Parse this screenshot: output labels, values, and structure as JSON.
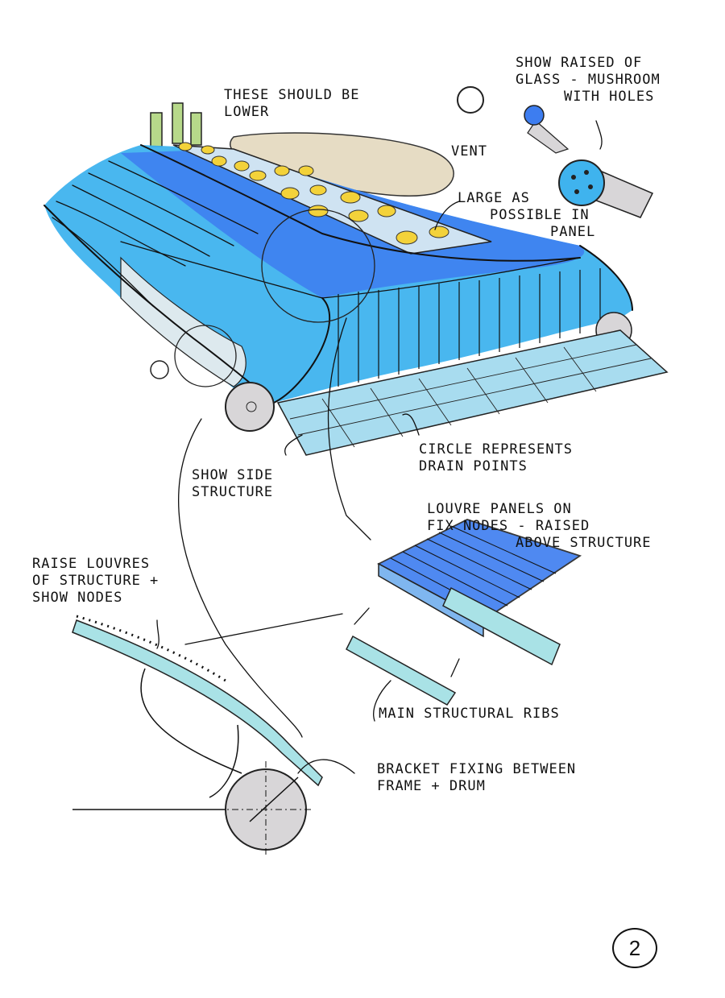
{
  "colors": {
    "roof_blue": "#3d7df0",
    "roof_light": "#3fb3ee",
    "panel_light": "#a8dcef",
    "glass_panel": "#dde9ee",
    "vent_yellow": "#f3d23a",
    "cover_beige": "#e6dcc4",
    "chimney_green": "#b7d98a",
    "drum_grey": "#d8d6d8",
    "rib_cyan": "#a9e2e6",
    "ink": "#111111"
  },
  "annotations": {
    "chimneys_note": [
      "THESE SHOULD BE",
      "LOWER"
    ],
    "vent_label": "VENT",
    "glass_mushroom": [
      "SHOW RAISED OF",
      "GLASS - MUSHROOM",
      "WITH HOLES"
    ],
    "large_panel": [
      "LARGE AS",
      "POSSIBLE IN",
      "PANEL"
    ],
    "drain_points": [
      "CIRCLE REPRESENTS",
      "DRAIN POINTS"
    ],
    "side_structure": [
      "SHOW SIDE",
      "STRUCTURE"
    ],
    "louvre_panels": [
      "LOUVRE PANELS ON",
      "FIX NODES - RAISED",
      "ABOVE STRUCTURE"
    ],
    "raise_louvres": [
      "RAISE LOUVRES",
      "OF STRUCTURE +",
      "SHOW NODES"
    ],
    "main_ribs": "MAIN STRUCTURAL RIBS",
    "bracket_fixing": [
      "BRACKET FIXING BETWEEN",
      "FRAME + DRUM"
    ]
  },
  "page_number": "2"
}
